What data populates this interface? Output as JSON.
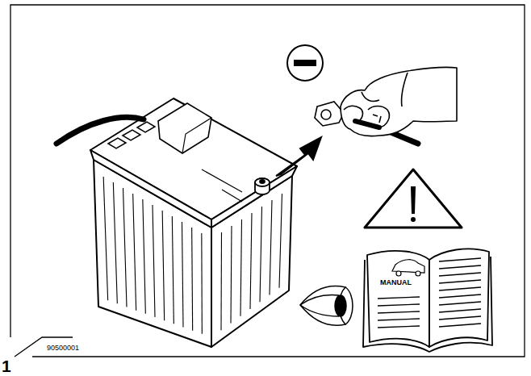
{
  "diagram": {
    "labels": [
      "MANUAL",
      "1",
      "90500001"
    ]
  }
}
